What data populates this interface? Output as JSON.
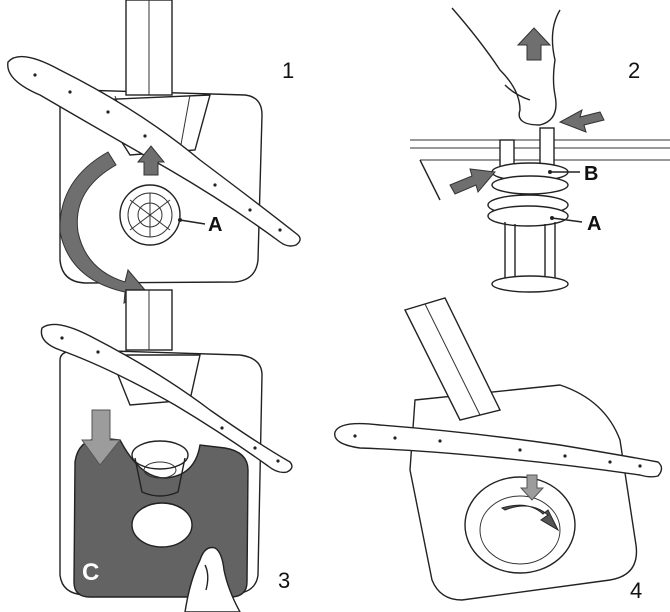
{
  "steps": {
    "s1": "1",
    "s2": "2",
    "s3": "3",
    "s4": "4"
  },
  "callouts": {
    "a1": "A",
    "a2": "A",
    "b": "B",
    "c": "C"
  },
  "colors": {
    "arrow": "#6f6f6f",
    "plate": "#636363",
    "line": "#222222"
  }
}
